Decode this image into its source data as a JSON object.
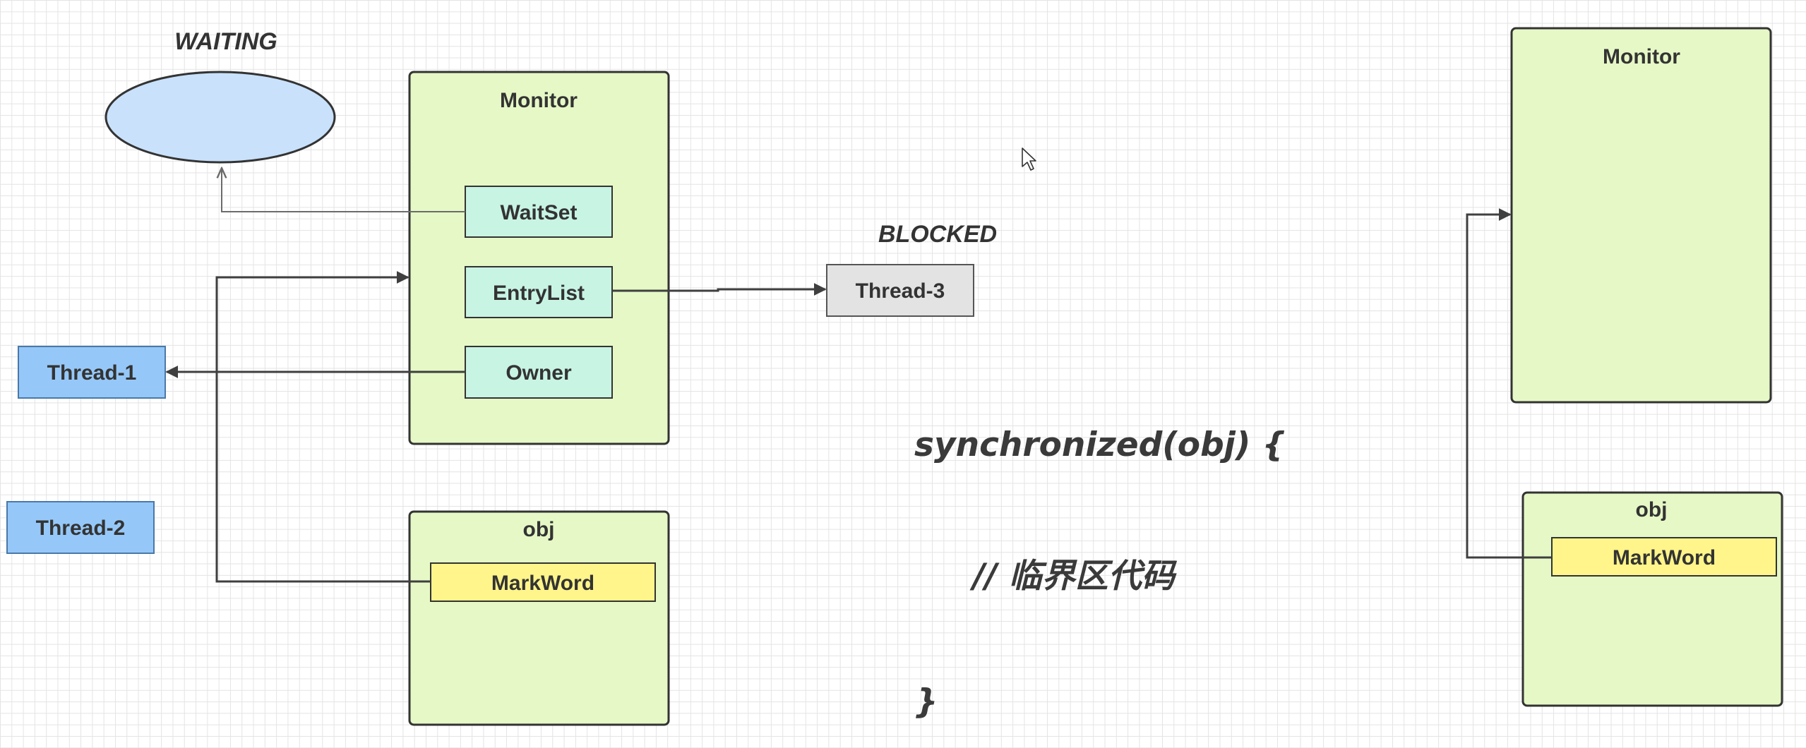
{
  "left": {
    "waiting_label": "WAITING",
    "monitor": {
      "title": "Monitor",
      "waitset": "WaitSet",
      "entrylist": "EntryList",
      "owner": "Owner"
    },
    "blocked_label": "BLOCKED",
    "thread3": "Thread-3",
    "thread1": "Thread-1",
    "thread2": "Thread-2",
    "obj": {
      "title": "obj",
      "markword": "MarkWord"
    }
  },
  "code": {
    "line1": "synchronized(obj) {",
    "line2": "// 临界区代码",
    "line3": "}"
  },
  "right": {
    "monitor_title": "Monitor",
    "obj": {
      "title": "obj",
      "markword": "MarkWord"
    }
  },
  "colors": {
    "monitor_fill": "#e6f8c6",
    "inner_fill": "#c8f4e4",
    "markword_fill": "#fff58a",
    "thread_blue": "#95c8f8",
    "thread_gray": "#e3e3e3",
    "waiting_fill": "#c9e1fb"
  },
  "icons": {
    "cursor": "mouse-pointer-icon"
  }
}
